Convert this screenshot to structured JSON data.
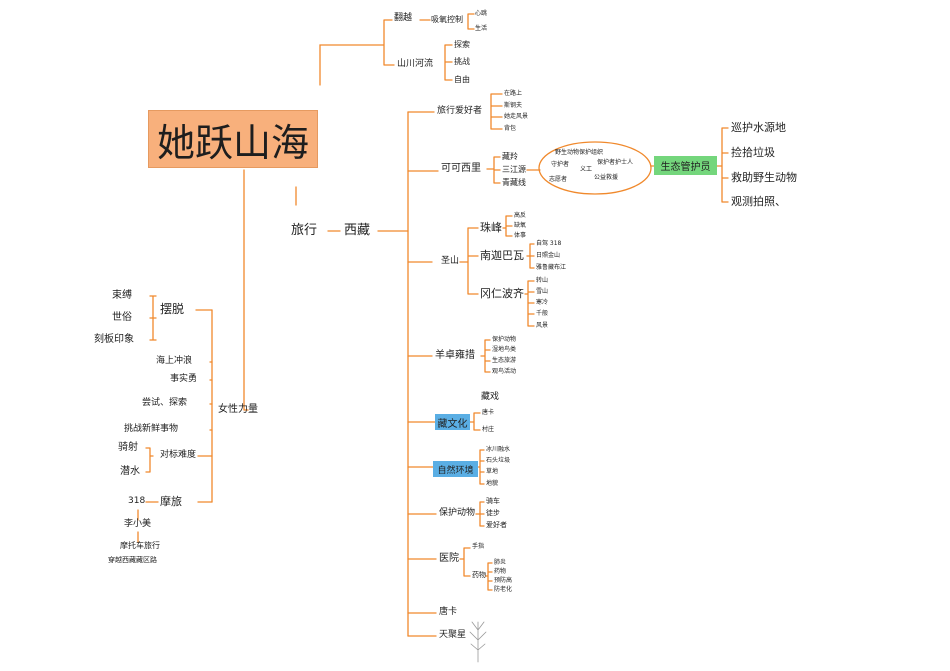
{
  "title": "她跃山海",
  "colors": {
    "line": "#f0892c",
    "title_bg": "#f8b07c",
    "eco_bg": "#74d67c",
    "highlight_bg": "#5aaee4"
  },
  "top": {
    "fanyue": "翻越",
    "fanyue_sub": "吸氧控制",
    "fanyue_leaf1": "心跳",
    "fanyue_leaf2": "生活",
    "shanchuan": "山川河流",
    "shanchuan_leaf1": "探索",
    "shanchuan_leaf2": "挑战",
    "shanchuan_leaf3": "自由"
  },
  "center": {
    "travel": "旅行",
    "tibet": "西藏"
  },
  "travel_lovers": {
    "label": "旅行爱好者",
    "leaves": [
      "在路上",
      "斯钢夫",
      "她走风景",
      "背包"
    ]
  },
  "kekexili": {
    "label": "可可西里",
    "subs": [
      "藏羚",
      "三江源",
      "青藏线"
    ],
    "oval_left": [
      "野生动物保护组织",
      "守护者",
      "志愿者"
    ],
    "oval_mid": "义工",
    "oval_right": [
      "保护者护士人",
      "公益救援"
    ],
    "ranger": "生态管护员",
    "ranger_tasks": [
      "巡护水源地",
      "捡拾垃圾",
      "救助野生动物",
      "观测拍照、"
    ]
  },
  "sacred": {
    "label": "圣山",
    "peak1": "珠峰",
    "peak1_leaves": [
      "高反",
      "缺氧",
      "体事"
    ],
    "peak2": "南迦巴瓦",
    "peak2_leaves": [
      "自驾 318",
      "日照金山",
      "雅鲁藏布江"
    ],
    "peak3": "冈仁波齐",
    "peak3_leaves": [
      "转山",
      "雪山",
      "寒冷",
      "千般",
      "风景"
    ]
  },
  "lake": {
    "label": "羊卓雍措",
    "leaves": [
      "保护动物",
      "湿地鸟类",
      "生态旅游",
      "观鸟活动"
    ]
  },
  "zang": {
    "label": "藏文化",
    "top": "藏戏",
    "leaves": [
      "唐卡",
      "村庄"
    ]
  },
  "nature": {
    "label": "自然环境",
    "leaves": [
      "冰川融水",
      "石头垃圾",
      "草地",
      "地貌"
    ]
  },
  "protect": {
    "label": "保护动物",
    "leaves": [
      "骑车",
      "徒步",
      "爱好者"
    ]
  },
  "hospital": {
    "label": "医院",
    "sub1": "手指",
    "sub2": "药物",
    "leaves": [
      "肺炎",
      "药物",
      "预防高",
      "防老化"
    ]
  },
  "tangka": "唐卡",
  "tianjuxing": "天聚星",
  "left": {
    "break": "摆脱",
    "break_items": [
      "束缚",
      "世俗",
      "刻板印象"
    ],
    "women": "女性力量",
    "items": [
      "海上冲浪",
      "事实勇",
      "尝试、探索",
      "挑战新鲜事物"
    ],
    "sports": "对标难度",
    "sports_items": [
      "骑射",
      "潜水"
    ],
    "moto": "摩旅",
    "moto_318": "318",
    "moto_person": "李小美",
    "moto_caption1": "摩托车旅行",
    "moto_caption2": "穿越西藏藏区路"
  }
}
